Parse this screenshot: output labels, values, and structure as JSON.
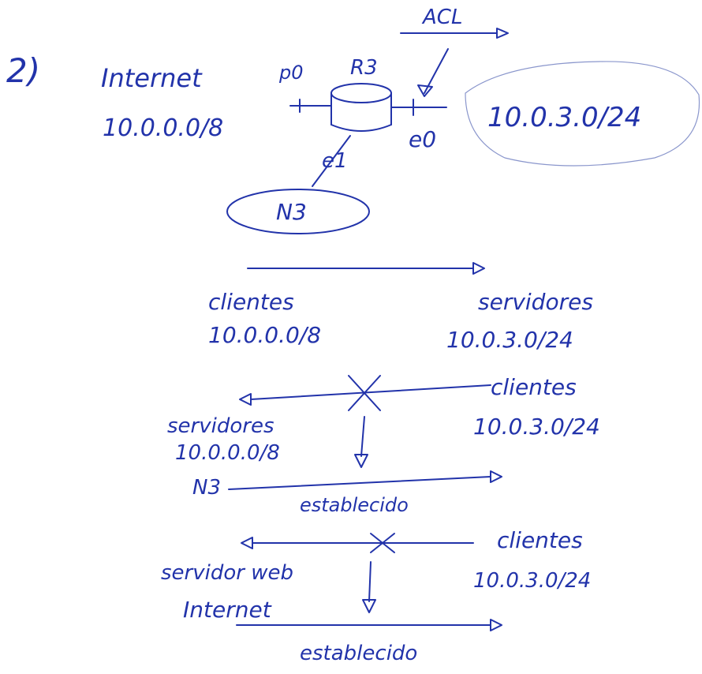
{
  "exercise_number": "2)",
  "acl_label": "ACL",
  "router": {
    "name": "R3",
    "ports": {
      "p0": "p0",
      "e0": "e0",
      "e1": "e1"
    }
  },
  "networks": {
    "internet": {
      "name": "Internet",
      "cidr": "10.0.0.0/8"
    },
    "servers_net": {
      "cidr": "10.0.3.0/24"
    },
    "n3": {
      "name": "N3"
    }
  },
  "flow1": {
    "left_label": "clientes",
    "left_cidr": "10.0.0.0/8",
    "right_label": "servidores",
    "right_cidr": "10.0.3.0/24"
  },
  "flow2": {
    "left_label": "servidores",
    "left_cidr": "10.0.0.0/8",
    "right_label": "clientes",
    "right_cidr": "10.0.3.0/24",
    "n3_label": "N3",
    "established_label": "establecido"
  },
  "flow3": {
    "left_label1": "servidor web",
    "left_label2": "Internet",
    "right_label": "clientes",
    "right_cidr": "10.0.3.0/24",
    "established_label": "establecido"
  },
  "ink_color": "#2233aa"
}
